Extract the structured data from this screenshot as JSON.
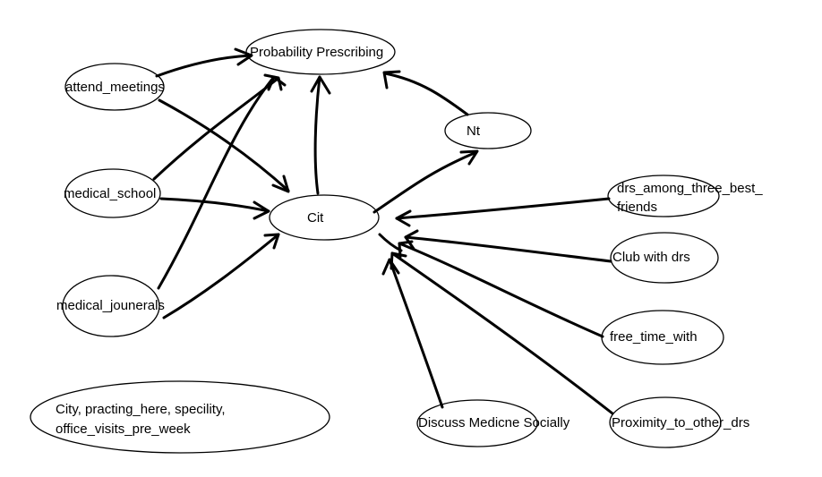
{
  "nodes": {
    "probability_prescribing": "Probability Prescribing",
    "attend_meetings": "attend_meetings",
    "nt": "Nt",
    "medical_school": "medical_school",
    "cit": "Cit",
    "drs_among_line1": "drs_among_three_best_",
    "drs_among_line2": "friends",
    "club_with_drs": "Club with drs",
    "medical_jounerals": "medical_jounerals",
    "free_time_with": "free_time_with",
    "city_line1": "City, practing_here, specility,",
    "city_line2": "office_visits_pre_week",
    "discuss_medicne": "Discuss Medicne Socially",
    "proximity": "Proximity_to_other_drs"
  },
  "colors": {
    "ink": "#000000",
    "background": "#ffffff"
  }
}
